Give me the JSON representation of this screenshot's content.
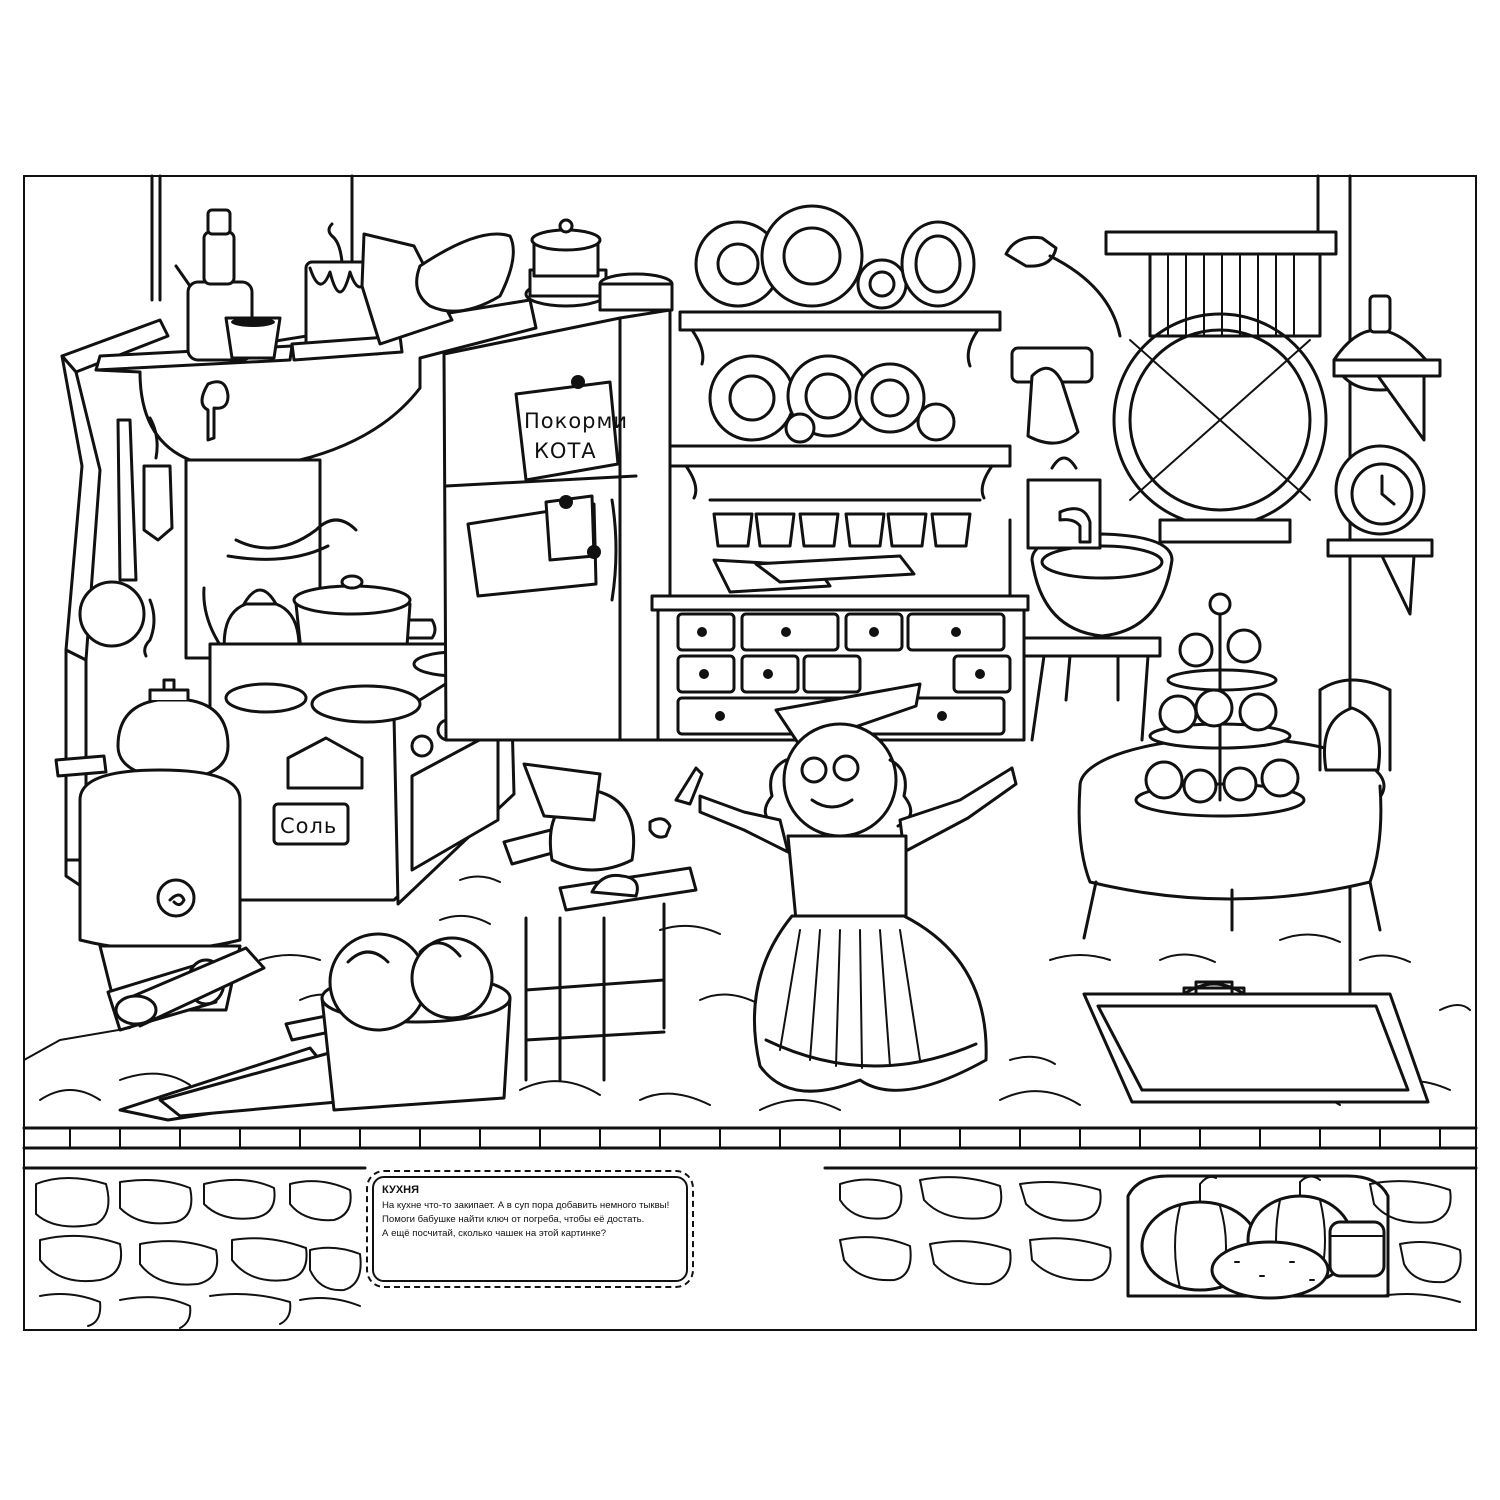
{
  "labels": {
    "fridge_note": [
      "Покорми",
      "КОТА"
    ],
    "salt_label": "Соль"
  },
  "task": {
    "title": "КУХНЯ",
    "paragraph1": "На кухне что-то закипает. А в суп пора добавить немного тыквы! Помоги бабушке найти ключ от погреба, чтобы её достать.",
    "paragraph2": "А ещё посчитай, сколько чашек на этой картинке?"
  }
}
